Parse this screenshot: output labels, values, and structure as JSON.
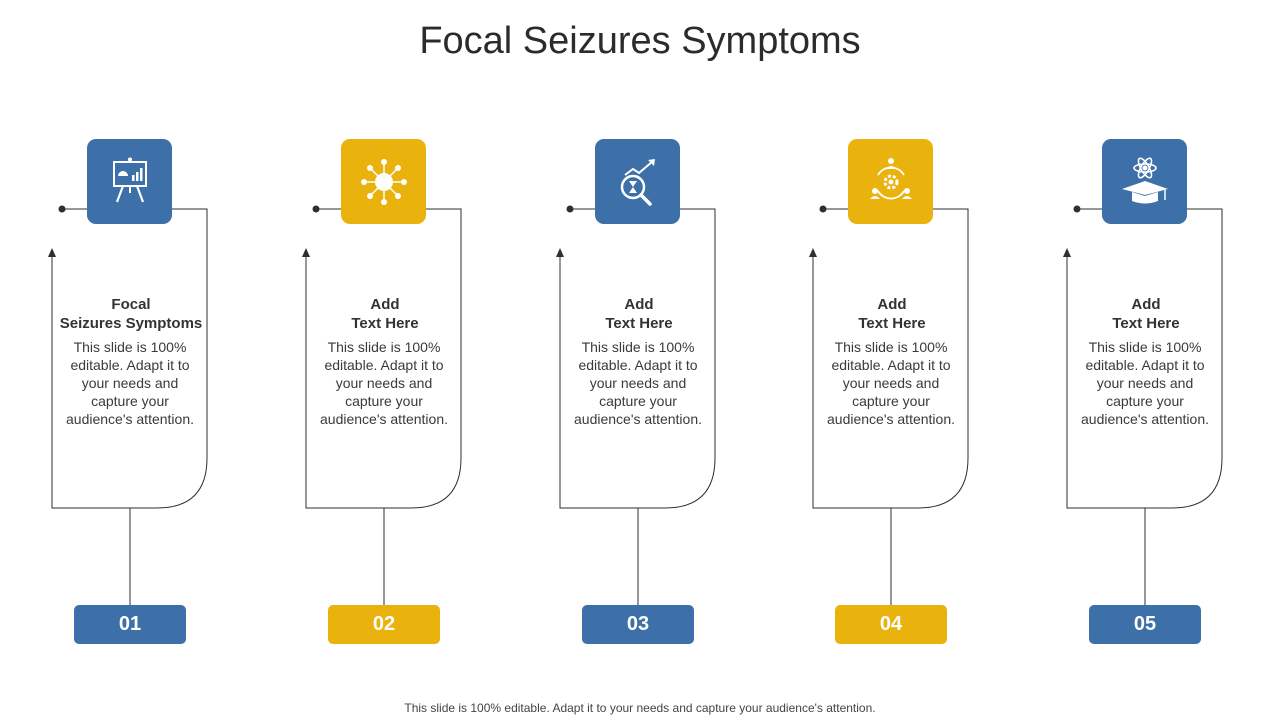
{
  "title": "Focal Seizures Symptoms",
  "footer": "This slide is 100% editable. Adapt it to your needs and capture your audience's attention.",
  "colors": {
    "blue": "#3d6fa8",
    "yellow": "#eab20d",
    "line": "#2f2f2f"
  },
  "steps": [
    {
      "number": "01",
      "heading_line1": "Focal",
      "heading_line2": "Seizures Symptoms",
      "description": "This slide is 100% editable. Adapt it to your needs and capture your audience's attention.",
      "color": "#3d6fa8",
      "icon": "presentation-board-icon"
    },
    {
      "number": "02",
      "heading_line1": "Add",
      "heading_line2": "Text Here",
      "description": "This slide is 100% editable. Adapt it to your needs and capture your audience's attention.",
      "color": "#eab20d",
      "icon": "global-network-icon"
    },
    {
      "number": "03",
      "heading_line1": "Add",
      "heading_line2": "Text Here",
      "description": "This slide is 100% editable. Adapt it to your needs and capture your audience's attention.",
      "color": "#3d6fa8",
      "icon": "magnifier-hourglass-growth-icon"
    },
    {
      "number": "04",
      "heading_line1": "Add",
      "heading_line2": "Text Here",
      "description": "This slide is 100% editable. Adapt it to your needs and capture your audience's attention.",
      "color": "#eab20d",
      "icon": "team-settings-cycle-icon"
    },
    {
      "number": "05",
      "heading_line1": "Add",
      "heading_line2": "Text Here",
      "description": "This slide is 100% editable. Adapt it to your needs and capture your audience's attention.",
      "color": "#3d6fa8",
      "icon": "graduation-cap-science-icon"
    }
  ]
}
